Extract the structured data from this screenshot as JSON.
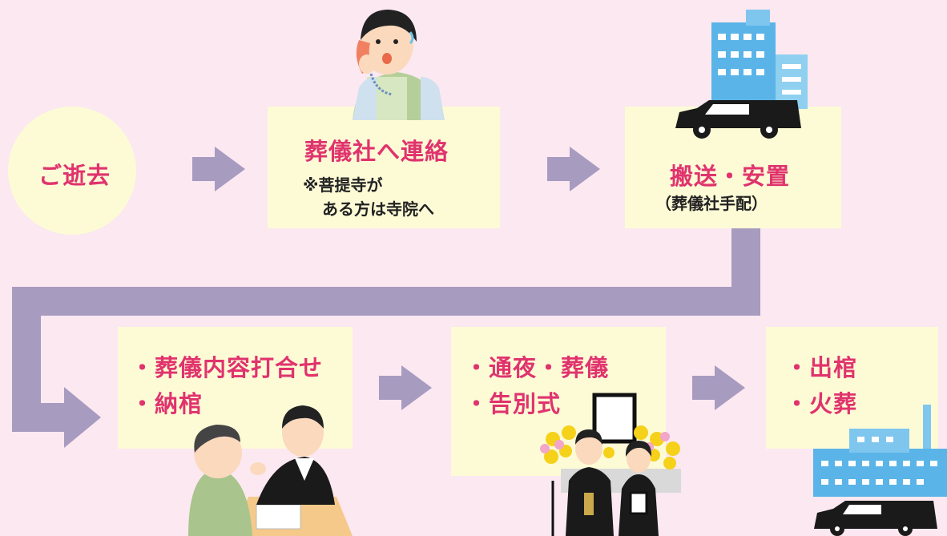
{
  "steps": {
    "death": {
      "label": "ご逝去"
    },
    "contact": {
      "title": "葬儀社へ連絡",
      "note_line1": "※菩提寺が",
      "note_line2": "ある方は寺院へ"
    },
    "transport": {
      "title": "搬送・安置",
      "sub": "（葬儀社手配）"
    },
    "meeting": {
      "line1": "・葬儀内容打合せ",
      "line2": "・納棺"
    },
    "ceremony": {
      "line1": "・通夜・葬儀",
      "line2": "・告別式"
    },
    "cremation": {
      "line1": "・出棺",
      "line2": "・火葬"
    }
  },
  "colors": {
    "background": "#fce8f1",
    "box": "#fdfbd6",
    "arrow": "#a79bc0",
    "text_accent": "#e0336e"
  }
}
